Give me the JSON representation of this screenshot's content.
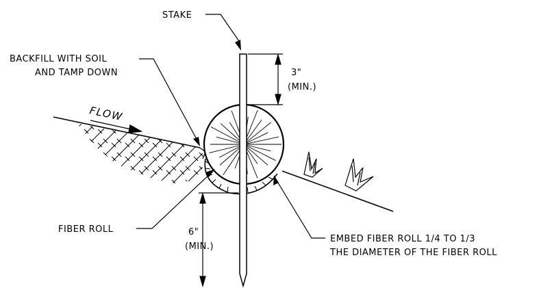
{
  "labels": {
    "stake": "STAKE",
    "backfill_1": "BACKFILL WITH SOIL",
    "backfill_2": "AND TAMP DOWN",
    "flow": "FLOW",
    "dim_top_value": "3\"",
    "dim_top_note": "(MIN.)",
    "dim_bottom_value": "6\"",
    "dim_bottom_note": "(MIN.)",
    "fiber_roll": "FIBER ROLL",
    "embed_1": "EMBED FIBER ROLL 1/4 TO 1/3",
    "embed_2": "THE DIAMETER OF THE FIBER ROLL"
  },
  "colors": {
    "ink": "#000000",
    "paper": "#ffffff"
  }
}
